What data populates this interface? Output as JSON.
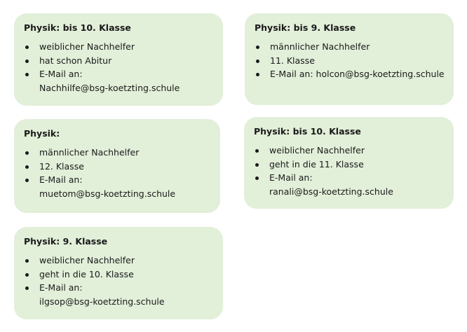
{
  "cards": [
    {
      "title": "Physik: bis 10. Klasse",
      "items": [
        "weiblicher Nachhelfer",
        "hat schon Abitur",
        "E-Mail an:"
      ],
      "email": "Nachhilfe@bsg-koetzting.schule"
    },
    {
      "title": "Physik: bis 9. Klasse",
      "items": [
        "männlicher Nachhelfer",
        "11. Klasse",
        "E-Mail an: holcon@bsg-koetzting.schule"
      ]
    },
    {
      "title": "Physik:",
      "items": [
        "männlicher Nachhelfer",
        "12. Klasse",
        "E-Mail an:"
      ],
      "email": "muetom@bsg-koetzting.schule"
    },
    {
      "title": "Physik: bis 10. Klasse",
      "items": [
        "weiblicher Nachhelfer",
        "geht in die 11. Klasse",
        "E-Mail an:"
      ],
      "email": "ranali@bsg-koetzting.schule"
    },
    {
      "title": "Physik: 9. Klasse",
      "items": [
        "weiblicher Nachhelfer",
        "geht in die 10. Klasse",
        "E-Mail an:"
      ],
      "email": "ilgsop@bsg-koetzting.schule"
    }
  ]
}
